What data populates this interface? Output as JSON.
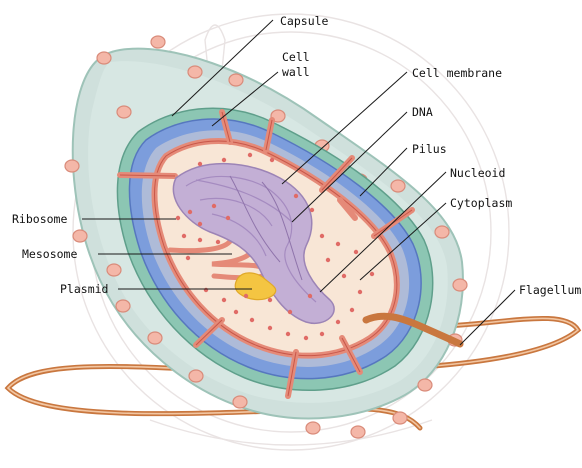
{
  "diagram": {
    "labels": {
      "capsule": "Capsule",
      "cell_wall_line1": "Cell",
      "cell_wall_line2": "wall",
      "cell_membrane": "Cell membrane",
      "dna": "DNA",
      "pilus": "Pilus",
      "nucleoid": "Nucleoid",
      "cytoplasm": "Cytoplasm",
      "flagellum": "Flagellum",
      "ribosome": "Ribosome",
      "mesosome": "Mesosome",
      "plasmid": "Plasmid"
    },
    "colors": {
      "capsule": "#cfe0dc",
      "cell_wall_outer": "#74b8a4",
      "cell_wall_blue": "#6f8fd6",
      "membrane": "#e58a78",
      "cytoplasm": "#f8e6d6",
      "nucleoid": "#b9a1cc",
      "plasmid": "#f2c23a",
      "flagellum": "#c9773f",
      "ribosome": "#e06b66"
    }
  }
}
